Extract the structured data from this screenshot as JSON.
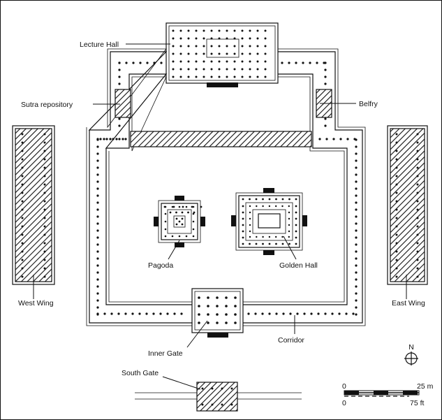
{
  "labels": {
    "lecture_hall": "Lecture Hall",
    "sutra_repository": "Sutra repository",
    "belfry": "Belfry",
    "west_wing": "West Wing",
    "east_wing": "East Wing",
    "pagoda": "Pagoda",
    "golden_hall": "Golden Hall",
    "inner_gate": "Inner Gate",
    "corridor": "Corridor",
    "south_gate": "South Gate"
  },
  "north_arrow": {
    "label": "N"
  },
  "scale_bar": {
    "zero_top": "0",
    "zero_bottom": "0",
    "metric": "25 m",
    "imperial": "75 ft"
  }
}
